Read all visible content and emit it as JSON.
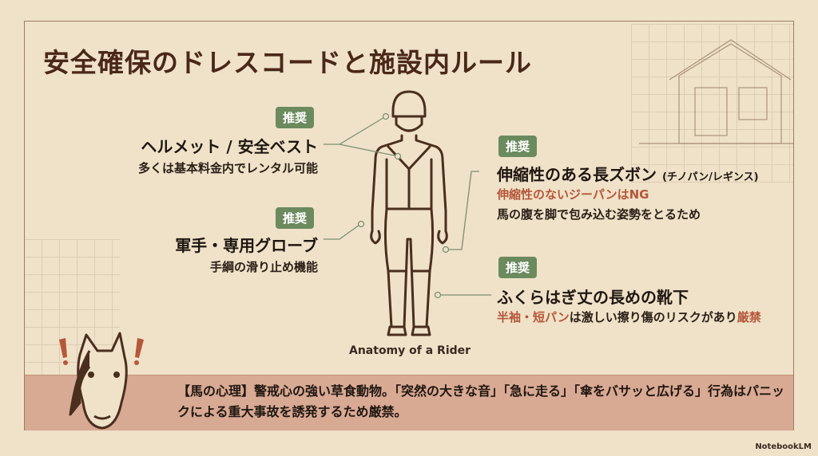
{
  "title": "安全確保のドレスコードと施設内ルール",
  "badge_label": "推奨",
  "items": [
    {
      "heading": "ヘルメット / 安全ベスト",
      "notes": [
        "多くは基本料金内でレンタル可能"
      ]
    },
    {
      "heading": "軍手・専用グローブ",
      "notes": [
        "手綱の滑り止め機能"
      ]
    },
    {
      "heading": "伸縮性のある長ズボン",
      "heading_extra": "(チノパン/レギンス)",
      "warning": "伸縮性のないジーパンはNG",
      "notes": [
        "馬の腹を脚で包み込む姿勢をとるため"
      ]
    },
    {
      "heading": "ふくらはぎ丈の長めの靴下",
      "warning_parts": [
        "半袖・短パン",
        "は激しい擦り傷のリスクがあり",
        "厳禁"
      ]
    }
  ],
  "figure_caption": "Anatomy of a Rider",
  "banner_text": "【馬の心理】警戒心の強い草食動物。「突然の大きな音」「急に走る」「傘をバサッと広げる」行為はパニックによる重大事故を誘発するため厳禁。",
  "watermark": "NotebookLM",
  "colors": {
    "background": "#efe2c9",
    "title": "#4a2818",
    "badge": "#6b8a5e",
    "warning": "#b5573a",
    "banner": "#d8a993"
  }
}
